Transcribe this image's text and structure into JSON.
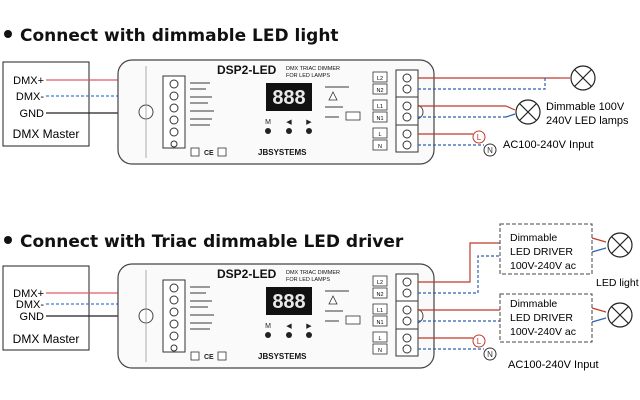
{
  "sections": [
    {
      "heading": "Connect with dimmable LED light",
      "master": {
        "signals": [
          "DMX+",
          "DMX-",
          "GND"
        ],
        "label": "DMX Master"
      },
      "device": {
        "model": "DSP2-LED",
        "subtitle_line1": "DMX TRIAC DIMMER",
        "subtitle_line2": "FOR LED LAMPS",
        "display": "888",
        "button_labels": [
          "M",
          "◀",
          "▶"
        ],
        "brand": "JBSYSTEMS",
        "terminal_labels": [
          "L2",
          "N2",
          "L1",
          "N1",
          "L",
          "N"
        ]
      },
      "load_label_line1": "Dimmable 100V",
      "load_label_line2": "240V LED lamps",
      "input_label": "AC100-240V Input",
      "line_marks": [
        "L",
        "N"
      ]
    },
    {
      "heading": "Connect with Triac dimmable LED driver",
      "master": {
        "signals": [
          "DMX+",
          "DMX-",
          "GND"
        ],
        "label": "DMX Master"
      },
      "device": {
        "model": "DSP2-LED",
        "subtitle_line1": "DMX TRIAC DIMMER",
        "subtitle_line2": "FOR LED LAMPS",
        "display": "888",
        "button_labels": [
          "M",
          "◀",
          "▶"
        ],
        "brand": "JBSYSTEMS",
        "terminal_labels": [
          "L2",
          "N2",
          "L1",
          "N1",
          "L",
          "N"
        ]
      },
      "drivers": [
        {
          "line1": "Dimmable",
          "line2": "LED DRIVER",
          "line3": "100V-240V ac"
        },
        {
          "line1": "Dimmable",
          "line2": "LED DRIVER",
          "line3": "100V-240V ac"
        }
      ],
      "load_label": "LED light",
      "input_label": "AC100-240V Input",
      "line_marks": [
        "L",
        "N"
      ]
    }
  ],
  "colors": {
    "dmx_plus": "#e05a6a",
    "dmx_minus": "#3a7bd5",
    "gnd": "#222222",
    "red_wire": "#c0392b",
    "blue_wire": "#2f5fb0",
    "display_bg": "#111111",
    "display_digits": "#e8e8e8"
  }
}
